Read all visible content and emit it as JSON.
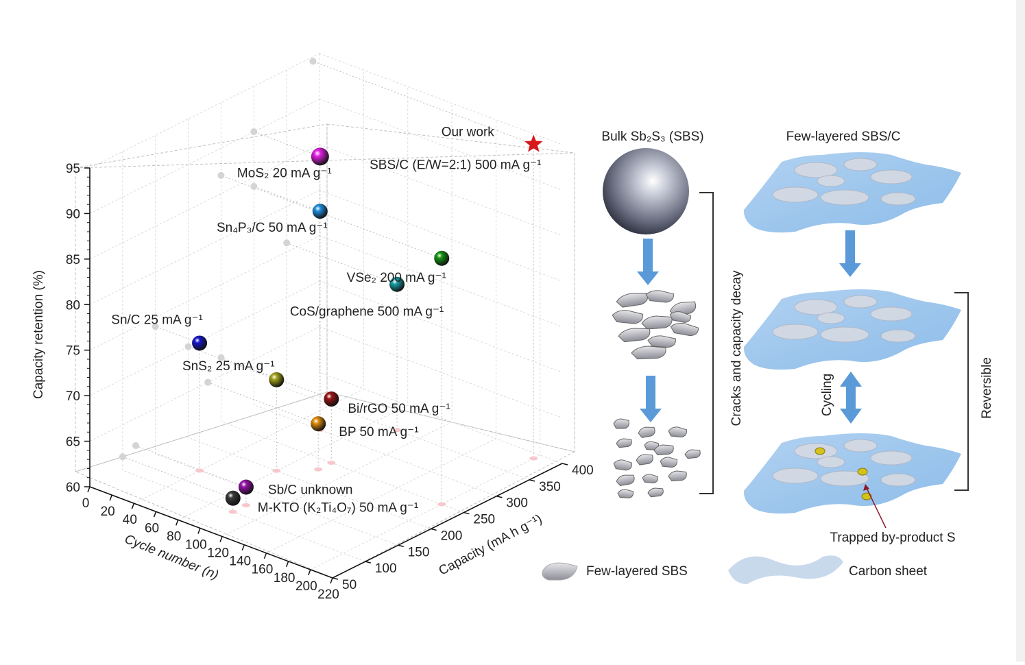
{
  "chart_data": {
    "type": "scatter",
    "projection": "3d",
    "x_axis": {
      "label": "Cycle number (n)",
      "ticks": [
        "0",
        "20",
        "40",
        "60",
        "80",
        "100",
        "120",
        "140",
        "160",
        "180",
        "200",
        "220"
      ],
      "range": [
        0,
        220
      ]
    },
    "y_axis": {
      "label": "Capacity (mA h g⁻¹)",
      "ticks": [
        "50",
        "100",
        "150",
        "200",
        "250",
        "300",
        "350",
        "400"
      ],
      "range": [
        50,
        400
      ]
    },
    "z_axis": {
      "label": "Capacity retention (%)",
      "ticks": [
        "60",
        "65",
        "70",
        "75",
        "80",
        "85",
        "90",
        "95"
      ],
      "range": [
        60,
        95
      ]
    },
    "grid": true,
    "points": [
      {
        "name": "Our work",
        "label": "SBS/C (E/W=2:1) 500 mA g⁻¹",
        "cycle": 200,
        "capacity": 390,
        "retention": 94.5,
        "color": "#d7191c",
        "marker": "star"
      },
      {
        "name": "MoS₂",
        "label": "MoS₂ 20 mA g⁻¹",
        "cycle": 60,
        "capacity": 300,
        "retention": 90,
        "color": "#e21fe2",
        "marker": "sphere"
      },
      {
        "name": "VSe₂",
        "label": "VSe₂ 200 mA g⁻¹",
        "cycle": 200,
        "capacity": 250,
        "retention": 87,
        "color": "#129412",
        "marker": "sphere"
      },
      {
        "name": "Sn₄P₃/C",
        "label": "Sn₄P₃/C 50 mA g⁻¹",
        "cycle": 60,
        "capacity": 300,
        "retention": 84,
        "color": "#1e8fe0",
        "marker": "sphere"
      },
      {
        "name": "Sn/C",
        "label": "Sn/C 25 mA g⁻¹",
        "cycle": 40,
        "capacity": 150,
        "retention": 74,
        "color": "#1515c8",
        "marker": "sphere"
      },
      {
        "name": "SnS₂",
        "label": "SnS₂ 25 mA g⁻¹",
        "cycle": 80,
        "capacity": 200,
        "retention": 70,
        "color": "#a3a31a",
        "marker": "sphere"
      },
      {
        "name": "CoS/graphene",
        "label": "CoS/graphene 500 mA g⁻¹",
        "cycle": 100,
        "capacity": 350,
        "retention": 76,
        "color": "#16a0a6",
        "marker": "sphere"
      },
      {
        "name": "Bi/rGO",
        "label": "Bi/rGO 50 mA g⁻¹",
        "cycle": 100,
        "capacity": 250,
        "retention": 67,
        "color": "#9a1414",
        "marker": "sphere"
      },
      {
        "name": "BP",
        "label": "BP 50 mA g⁻¹",
        "cycle": 100,
        "capacity": 230,
        "retention": 65,
        "color": "#e08d0c",
        "marker": "sphere"
      },
      {
        "name": "Sb/C",
        "label": "Sb/C unknown",
        "cycle": 100,
        "capacity": 120,
        "retention": 62,
        "color": "#9413a6",
        "marker": "sphere"
      },
      {
        "name": "M-KTO (K₂Ti₄O₇)",
        "label": "M-KTO (K₂Ti₄O₇) 50 mA g⁻¹",
        "cycle": 100,
        "capacity": 100,
        "retention": 61.5,
        "color": "#3a3a3a",
        "marker": "sphere"
      }
    ]
  },
  "schematic": {
    "bulk_title": "Bulk Sb₂S₃ (SBS)",
    "fewlayer_title": "Few-layered SBS/C",
    "cracks_label": "Cracks and capacity decay",
    "cycling_label": "Cycling",
    "reversible_label": "Reversible",
    "trapped_label": "Trapped by-product S",
    "legend": [
      {
        "name": "few-layered-sbs",
        "label": "Few-layered SBS",
        "color": "#c8c8cc"
      },
      {
        "name": "carbon-sheet",
        "label": "Carbon sheet",
        "color": "#c9d9ec"
      }
    ]
  }
}
